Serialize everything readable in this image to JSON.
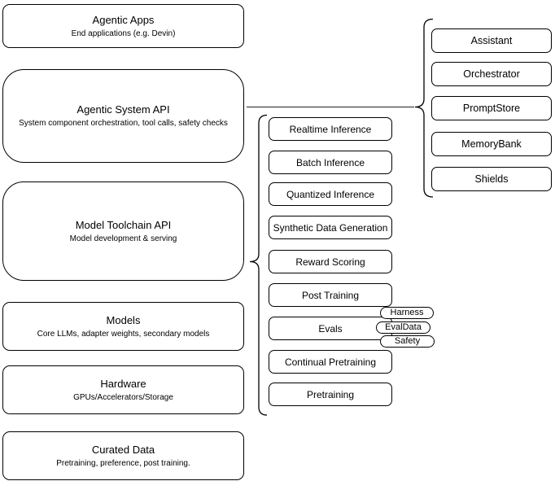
{
  "diagram": {
    "left_stack": [
      {
        "title": "Agentic Apps",
        "subtitle": "End applications (e.g. Devin)"
      },
      {
        "title": "Agentic System API",
        "subtitle": "System component orchestration, tool calls, safety checks"
      },
      {
        "title": "Model Toolchain API",
        "subtitle": "Model development & serving"
      },
      {
        "title": "Models",
        "subtitle": "Core LLMs, adapter weights, secondary models"
      },
      {
        "title": "Hardware",
        "subtitle": "GPUs/Accelerators/Storage"
      },
      {
        "title": "Curated Data",
        "subtitle": "Pretraining, preference, post training."
      }
    ],
    "toolchain_items": [
      "Realtime Inference",
      "Batch Inference",
      "Quantized Inference",
      "Synthetic Data Generation",
      "Reward Scoring",
      "Post Training",
      "Evals",
      "Continual Pretraining",
      "Pretraining"
    ],
    "eval_tags": [
      "Harness",
      "EvalData",
      "Safety"
    ],
    "system_components": [
      "Assistant",
      "Orchestrator",
      "PromptStore",
      "MemoryBank",
      "Shields"
    ],
    "colors": {
      "stroke": "#000000",
      "fill": "#ffffff",
      "connector": "#595959",
      "background": "#ffffff"
    }
  }
}
